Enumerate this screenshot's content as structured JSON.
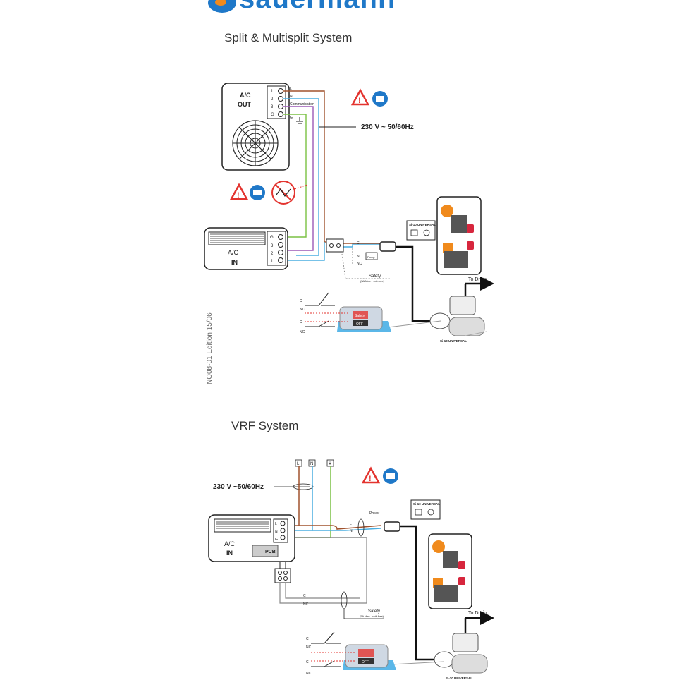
{
  "brand": {
    "name": "sauermann",
    "color": "#1f78c8",
    "accent": "#f08a1c"
  },
  "split": {
    "title": "Split & Multisplit System",
    "out_unit": {
      "line1": "A/C",
      "line2": "OUT",
      "terminals": [
        "1",
        "2",
        "3",
        "G"
      ]
    },
    "in_unit": {
      "line1": "A/C",
      "line2": "IN",
      "terminals": [
        "G",
        "3",
        "2",
        "1"
      ]
    },
    "wire_labels": {
      "l": "L",
      "n": "N",
      "comm": "Communication",
      "g": "G"
    },
    "voltage": "230 V ~ 50/60Hz",
    "relay_labels": {
      "c": "C",
      "l": "L",
      "n": "N",
      "nc": "NC",
      "pump": "Pump"
    },
    "safety": {
      "line1": "Safety",
      "line2": "(5A Max - volt-free)"
    },
    "drain": "To Drain",
    "pump_model": "Si-10 UNIVERSAL",
    "switch_labels": {
      "c1": "C",
      "nc1": "NC",
      "c2": "C",
      "nc2": "NC"
    },
    "alarm_label": "Safety",
    "off_label": "OFF",
    "edition": "NO08-01 Edition 15/06"
  },
  "vrf": {
    "title": "VRF System",
    "supply_labels": {
      "l": "L",
      "n": "N",
      "g": "⏚"
    },
    "voltage": "230 V ~50/60Hz",
    "in_unit": {
      "line1": "A/C",
      "line2": "IN",
      "terminals": [
        "L",
        "N",
        "G"
      ],
      "pcb": "PCB"
    },
    "wire_labels": {
      "l": "L",
      "n": "N",
      "power": "Power",
      "c": "C",
      "nc": "NC"
    },
    "safety": {
      "line1": "Safety",
      "line2": "(5A Max - volt-free)"
    },
    "drain": "To Drain",
    "pump_model": "Si-10 UNIVERSAL",
    "switch_labels": {
      "c1": "C",
      "nc1": "NC",
      "c2": "C",
      "nc2": "NC"
    },
    "off_label": "OFF"
  },
  "colors": {
    "brown": "#a0522d",
    "blue": "#4aaee0",
    "purple": "#9b59b6",
    "green": "#7ac143",
    "grey": "#888888",
    "black": "#111111",
    "warn": "#e3342f",
    "info": "#1f78c8",
    "orange": "#f08a1c",
    "lock": "#d7263d",
    "water": "#5bb7e8"
  }
}
